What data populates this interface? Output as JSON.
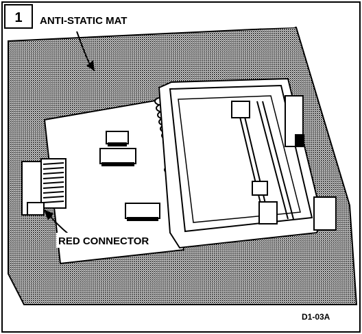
{
  "step_number": "1",
  "labels": {
    "mat": "ANTI-STATIC MAT",
    "connector": "RED CONNECTOR",
    "figure_id": "D1-03A"
  },
  "icons": {
    "mat_arrow": "arrow-icon",
    "connector_arrow": "arrow-icon"
  },
  "colors": {
    "ink": "#000000",
    "paper": "#ffffff",
    "halftone": "#8a8a8a"
  }
}
